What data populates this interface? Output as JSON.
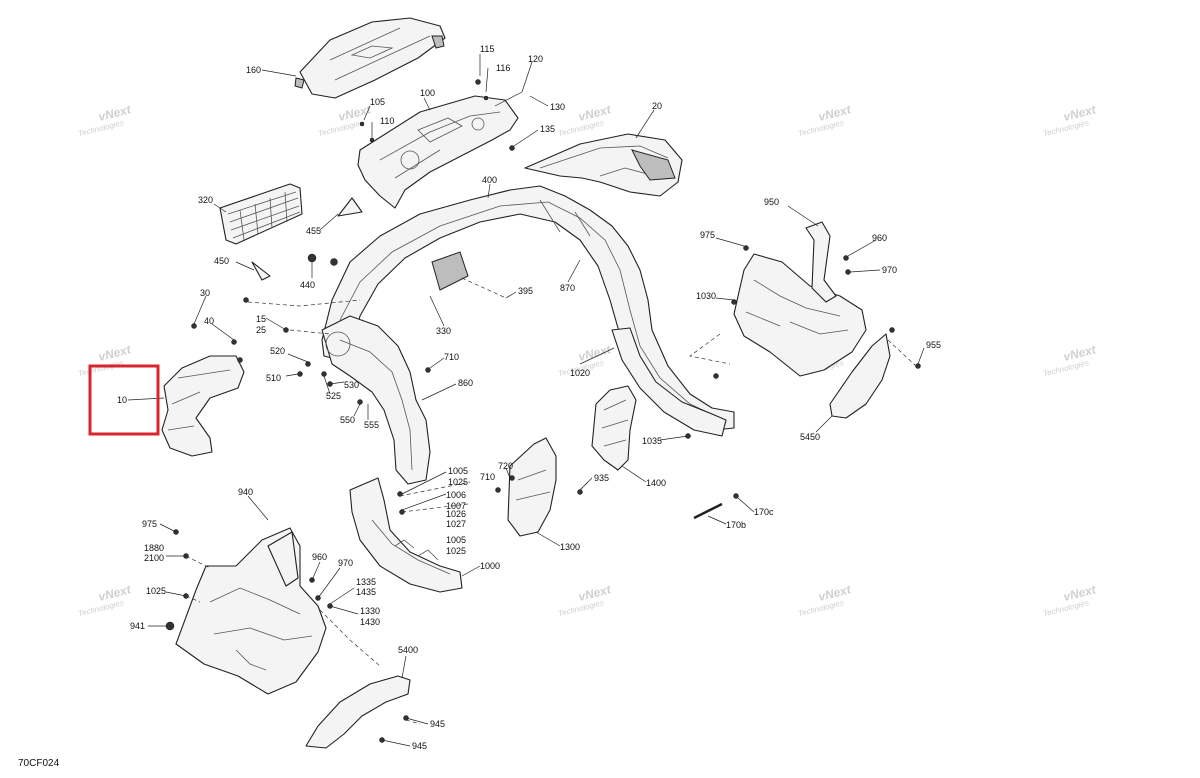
{
  "diagram_code": "70CF024",
  "watermark": {
    "line1": "vNext",
    "line2": "Technologies",
    "count": 12
  },
  "highlight": {
    "label": "10",
    "color": "#d9252a"
  },
  "parts": [
    {
      "id": "160"
    },
    {
      "id": "115"
    },
    {
      "id": "116"
    },
    {
      "id": "120"
    },
    {
      "id": "130"
    },
    {
      "id": "100"
    },
    {
      "id": "105"
    },
    {
      "id": "110"
    },
    {
      "id": "135"
    },
    {
      "id": "20"
    },
    {
      "id": "320"
    },
    {
      "id": "455"
    },
    {
      "id": "400"
    },
    {
      "id": "950"
    },
    {
      "id": "975"
    },
    {
      "id": "960"
    },
    {
      "id": "970"
    },
    {
      "id": "450"
    },
    {
      "id": "440"
    },
    {
      "id": "30"
    },
    {
      "id": "40"
    },
    {
      "id": "15"
    },
    {
      "id": "25"
    },
    {
      "id": "395"
    },
    {
      "id": "870"
    },
    {
      "id": "1030"
    },
    {
      "id": "330"
    },
    {
      "id": "955"
    },
    {
      "id": "520"
    },
    {
      "id": "710"
    },
    {
      "id": "510"
    },
    {
      "id": "530"
    },
    {
      "id": "860"
    },
    {
      "id": "525"
    },
    {
      "id": "1020"
    },
    {
      "id": "550"
    },
    {
      "id": "555"
    },
    {
      "id": "5450"
    },
    {
      "id": "1035"
    },
    {
      "id": "1400"
    },
    {
      "id": "1005"
    },
    {
      "id": "1025"
    },
    {
      "id": "720"
    },
    {
      "id": "935"
    },
    {
      "id": "1006"
    },
    {
      "id": "1007"
    },
    {
      "id": "1026"
    },
    {
      "id": "1027"
    },
    {
      "id": "940"
    },
    {
      "id": "170c"
    },
    {
      "id": "170b"
    },
    {
      "id": "1300"
    },
    {
      "id": "1880"
    },
    {
      "id": "2100"
    },
    {
      "id": "1000"
    },
    {
      "id": "1335"
    },
    {
      "id": "1435"
    },
    {
      "id": "1330"
    },
    {
      "id": "1430"
    },
    {
      "id": "941"
    },
    {
      "id": "5400"
    },
    {
      "id": "945"
    }
  ]
}
